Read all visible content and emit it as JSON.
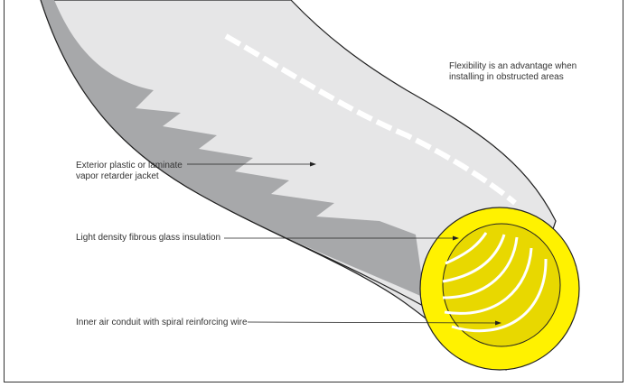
{
  "labels": {
    "flexibility": "Flexibility is an advantage when installing in obstructed areas",
    "jacket": "Exterior plastic or laminate vapor retarder jacket",
    "insulation": "Light density fibrous glass insulation",
    "conduit": "Inner air conduit with spiral reinforcing wire"
  },
  "colors": {
    "jacket": "#e6e6e7",
    "shade": "#a7a8aa",
    "insulation": "#fff200",
    "conduit": "#e8d800"
  }
}
